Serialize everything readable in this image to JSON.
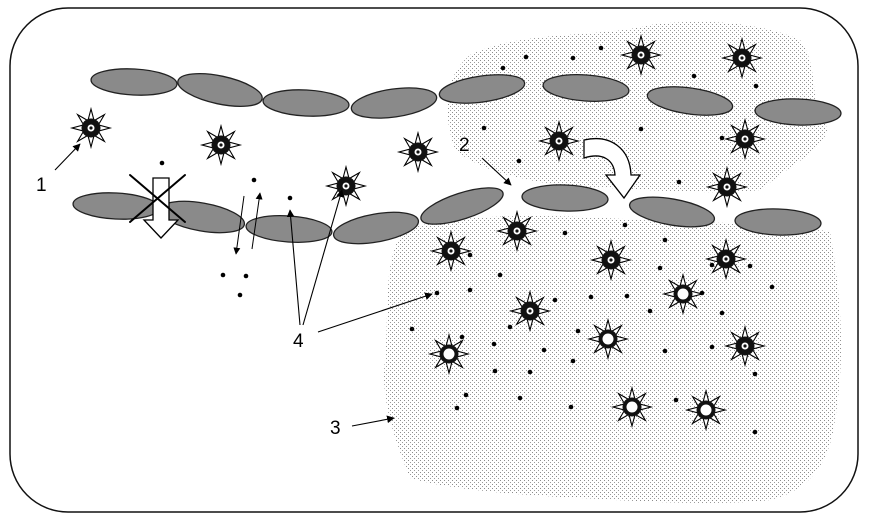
{
  "labels": {
    "l1": "1",
    "l2": "2",
    "l3": "3",
    "l4": "4"
  },
  "colors": {
    "cell_fill": "#8a8a8a",
    "cell_stroke": "#222222",
    "frame_stroke": "#111111",
    "dot_color": "#000000",
    "tissue_stipple": "#8c8c8c",
    "cross_color": "#000000"
  },
  "icons": {
    "leukocyte": "spiky-leukocyte-icon",
    "particle": "dot-particle",
    "flow_arrow": "hollow-arrow-icon"
  }
}
